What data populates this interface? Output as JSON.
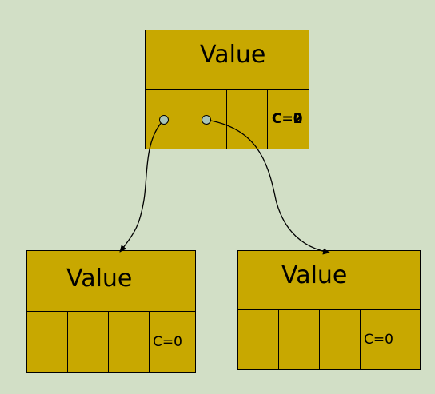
{
  "root": {
    "value_label": "Value",
    "count_label": "C=0",
    "count_overlay": "C=2"
  },
  "left_child": {
    "value_label": "Value",
    "count_label": "C=0"
  },
  "right_child": {
    "value_label": "Value",
    "count_label": "C=0"
  },
  "colors": {
    "background": "#d2dfc6",
    "node_fill": "#c8a800",
    "pointer_dot": "#a8c4b8",
    "stroke": "#000000"
  }
}
